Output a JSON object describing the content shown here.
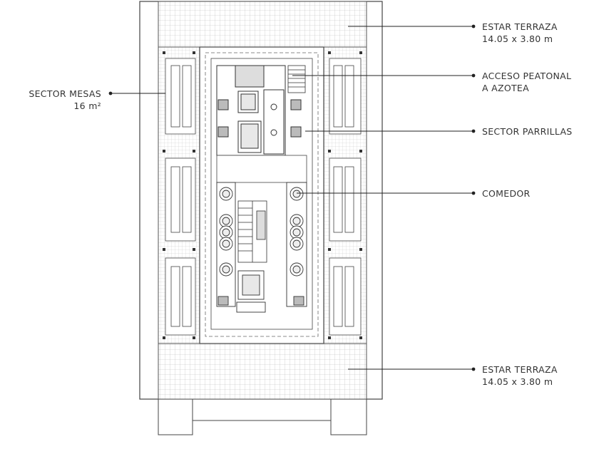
{
  "callouts": {
    "estar_terraza_top": {
      "title": "ESTAR TERRAZA",
      "dims": "14.05 x 3.80 m"
    },
    "acceso": {
      "line1": "ACCESO PEATONAL",
      "line2": "A AZOTEA"
    },
    "sector_parrillas": {
      "title": "SECTOR PARRILLAS"
    },
    "comedor": {
      "title": "COMEDOR"
    },
    "estar_terraza_bottom": {
      "title": "ESTAR TERRAZA",
      "dims": "14.05 x 3.80 m"
    },
    "sector_mesas": {
      "title": "SECTOR MESAS",
      "area": "16 m²"
    }
  }
}
